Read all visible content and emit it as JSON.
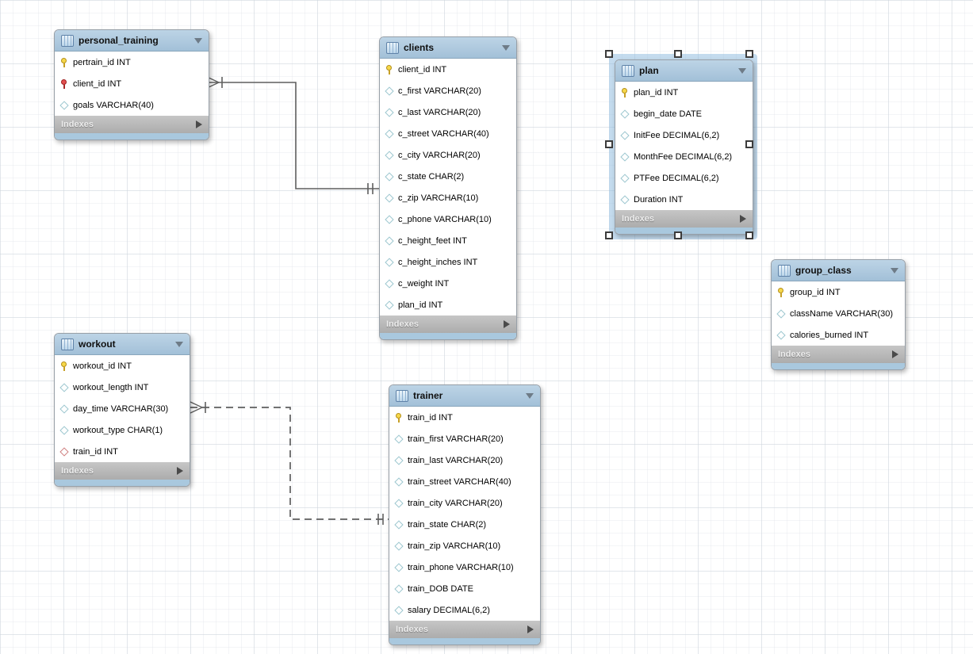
{
  "diagram": {
    "tool": "eer-diagram-canvas",
    "selected_table": "plan",
    "colors": {
      "header_blue": "#a9c5db",
      "footer_strip_blue": "#a9c8de",
      "indexes_gray": "#b5b5b5",
      "primary_key_yellow": "#f6d84a",
      "primary_foreign_key_red": "#e35050",
      "column_diamond_teal": "#9cc6cf",
      "foreign_key_diamond_red": "#d07f7f",
      "relationship_line": "#5f5f5f",
      "selection_blue": "#94bee0"
    },
    "tables": [
      {
        "name": "personal_training",
        "footer_label": "Indexes",
        "columns": [
          {
            "icon": "primary-key",
            "label": "pertrain_id INT"
          },
          {
            "icon": "primary-foreign-key",
            "label": "client_id INT"
          },
          {
            "icon": "column",
            "label": "goals VARCHAR(40)"
          }
        ]
      },
      {
        "name": "clients",
        "footer_label": "Indexes",
        "columns": [
          {
            "icon": "primary-key",
            "label": "client_id INT"
          },
          {
            "icon": "column",
            "label": "c_first VARCHAR(20)"
          },
          {
            "icon": "column",
            "label": "c_last VARCHAR(20)"
          },
          {
            "icon": "column",
            "label": "c_street VARCHAR(40)"
          },
          {
            "icon": "column",
            "label": "c_city VARCHAR(20)"
          },
          {
            "icon": "column",
            "label": "c_state CHAR(2)"
          },
          {
            "icon": "column",
            "label": "c_zip VARCHAR(10)"
          },
          {
            "icon": "column",
            "label": "c_phone VARCHAR(10)"
          },
          {
            "icon": "column",
            "label": "c_height_feet INT"
          },
          {
            "icon": "column",
            "label": "c_height_inches INT"
          },
          {
            "icon": "column",
            "label": "c_weight INT"
          },
          {
            "icon": "column",
            "label": "plan_id INT"
          }
        ]
      },
      {
        "name": "plan",
        "footer_label": "Indexes",
        "selected": true,
        "columns": [
          {
            "icon": "primary-key",
            "label": "plan_id INT"
          },
          {
            "icon": "column",
            "label": "begin_date DATE"
          },
          {
            "icon": "column",
            "label": "InitFee DECIMAL(6,2)"
          },
          {
            "icon": "column",
            "label": "MonthFee DECIMAL(6,2)"
          },
          {
            "icon": "column",
            "label": "PTFee DECIMAL(6,2)"
          },
          {
            "icon": "column",
            "label": "Duration INT"
          }
        ]
      },
      {
        "name": "group_class",
        "footer_label": "Indexes",
        "columns": [
          {
            "icon": "primary-key",
            "label": "group_id INT"
          },
          {
            "icon": "column",
            "label": "className VARCHAR(30)"
          },
          {
            "icon": "column",
            "label": "calories_burned INT"
          }
        ]
      },
      {
        "name": "workout",
        "footer_label": "Indexes",
        "columns": [
          {
            "icon": "primary-key",
            "label": "workout_id INT"
          },
          {
            "icon": "column",
            "label": "workout_length INT"
          },
          {
            "icon": "column",
            "label": "day_time VARCHAR(30)"
          },
          {
            "icon": "column",
            "label": "workout_type CHAR(1)"
          },
          {
            "icon": "foreign-key",
            "label": "train_id INT"
          }
        ]
      },
      {
        "name": "trainer",
        "footer_label": "Indexes",
        "columns": [
          {
            "icon": "primary-key",
            "label": "train_id INT"
          },
          {
            "icon": "column",
            "label": "train_first VARCHAR(20)"
          },
          {
            "icon": "column",
            "label": "train_last VARCHAR(20)"
          },
          {
            "icon": "column",
            "label": "train_street VARCHAR(40)"
          },
          {
            "icon": "column",
            "label": "train_city VARCHAR(20)"
          },
          {
            "icon": "column",
            "label": "train_state CHAR(2)"
          },
          {
            "icon": "column",
            "label": "train_zip VARCHAR(10)"
          },
          {
            "icon": "column",
            "label": "train_phone VARCHAR(10)"
          },
          {
            "icon": "column",
            "label": "train_DOB DATE"
          },
          {
            "icon": "column",
            "label": "salary DECIMAL(6,2)"
          }
        ]
      }
    ],
    "relationships": [
      {
        "from": "personal_training",
        "to": "clients",
        "line_style": "solid",
        "from_marker": "crow-foot-many",
        "to_marker": "double-bar-one"
      },
      {
        "from": "workout",
        "to": "trainer",
        "line_style": "dashed",
        "from_marker": "crow-foot-many",
        "to_marker": "double-bar-one"
      }
    ]
  }
}
